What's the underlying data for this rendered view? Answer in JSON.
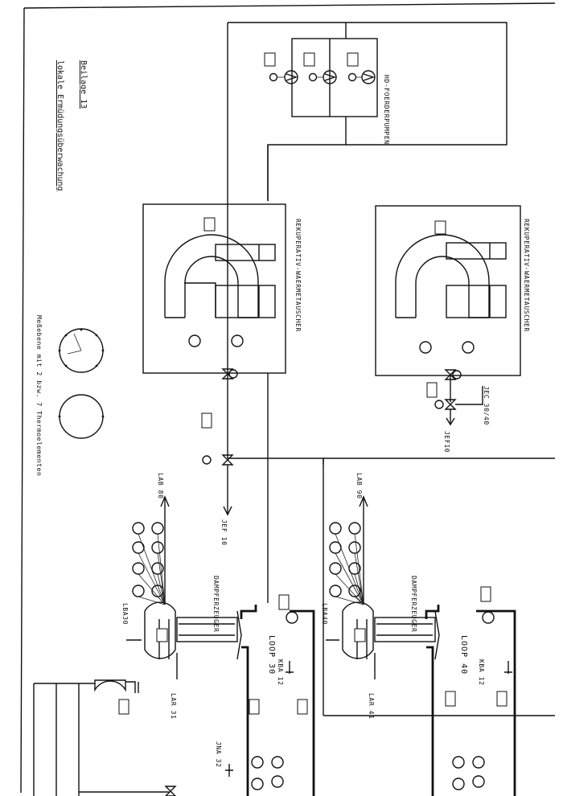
{
  "title": {
    "beilage": "Beilage 13",
    "subtitle": "lokale Ermüdungsüberwachung"
  },
  "legend": {
    "caption": "Meßebene mit 2 bzw. 7 Thermoelementen"
  },
  "pumps": {
    "label": "HD-FOERDERPUMPEN"
  },
  "heat_exchangers": [
    {
      "label": "REKUPERATIV-WAERMETAUSCHER"
    },
    {
      "label": "REKUPERATIV-WAERMETAUSCHER"
    }
  ],
  "steam_generators": [
    {
      "label": "DAMPFERZEUGER"
    },
    {
      "label": "DAMPFERZEUGER"
    }
  ],
  "loops": [
    {
      "name": "LOOP 30",
      "lba": "LBA30",
      "lab": "LAB 80",
      "lar": "LAR 31",
      "kba": "KBA 12",
      "jna": "JNA 32"
    },
    {
      "name": "LOOP 40",
      "lba": "LBA40",
      "lab": "LAB 90",
      "lar": "LAR 41",
      "kba": "KBA 12"
    }
  ],
  "jef_lines": [
    {
      "label": "JEF 10"
    },
    {
      "label": "JEF10"
    }
  ],
  "jec": {
    "label": "JEC 30/40"
  }
}
